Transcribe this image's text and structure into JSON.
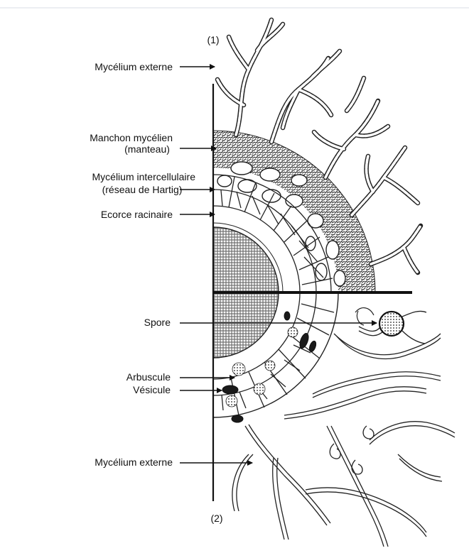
{
  "diagram": {
    "markers": {
      "top": "(1)",
      "bottom": "(2)"
    },
    "labels": {
      "mycelium_external_top": "Mycélium externe",
      "mantle_line1": "Manchon mycélien",
      "mantle_line2": "(manteau)",
      "hartig_line1": "Mycélium intercellulaire",
      "hartig_line2": "(réseau de Hartig)",
      "cortex": "Ecorce racinaire",
      "spore": "Spore",
      "arbuscule": "Arbuscule",
      "vesicule": "Vésicule",
      "mycelium_external_bottom": "Mycélium externe"
    }
  }
}
